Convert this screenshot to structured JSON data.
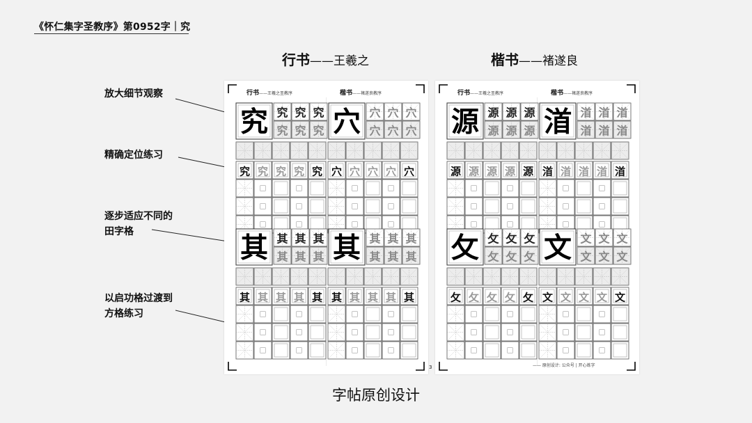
{
  "header": {
    "title": "《怀仁集字圣教序》第0952字｜究"
  },
  "columns": {
    "left_main": "行书",
    "left_sub": "——王羲之",
    "right_main": "楷书",
    "right_sub": "——褚遂良"
  },
  "annotations": [
    {
      "text": "放大细节观察"
    },
    {
      "text": "精确定位练习"
    },
    {
      "text": "逐步适应不同的\n田字格"
    },
    {
      "text": "以启功格过渡到\n方格练习"
    }
  ],
  "sheets": {
    "left": {
      "head_a": "行书",
      "head_a_small": "——王羲之圣教序",
      "head_b": "楷书",
      "head_b_small": "——褚遂良教序",
      "chars": {
        "a1": "究",
        "b1": "穴",
        "a2": "其",
        "b2": "其"
      }
    },
    "right": {
      "head_a": "行书",
      "head_a_small": "——王羲之圣教序",
      "head_b": "楷书",
      "head_b_small": "——褚遂良教序",
      "chars": {
        "a1": "源",
        "b1": "渞",
        "a2": "攵",
        "b2": "文"
      },
      "footer": "—— 原创设计: 公众号 | 开心练字"
    },
    "page_number": "3"
  },
  "caption": "字帖原创设计"
}
